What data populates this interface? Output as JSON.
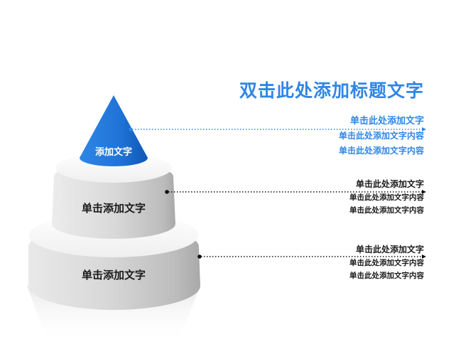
{
  "title": "双击此处添加标题文字",
  "pyramid": {
    "tier_top": "添加文字",
    "tier_middle": "单击添加文字",
    "tier_bottom": "单击添加文字"
  },
  "descriptions": [
    {
      "heading": "单击此处添加文字",
      "lines": [
        "单击此处添加文字内容",
        "单击此处添加文字内容"
      ]
    },
    {
      "heading": "单击此处添加文字",
      "lines": [
        "单击此处添加文字内容",
        "单击此处添加文字内容"
      ]
    },
    {
      "heading": "单击此处添加文字",
      "lines": [
        "单击此处添加文字内容",
        "单击此处添加文字内容"
      ]
    }
  ],
  "colors": {
    "accent": "#2f86e6",
    "text_dark": "#1a1a1a",
    "tier_gray": "#dcdcdc"
  }
}
